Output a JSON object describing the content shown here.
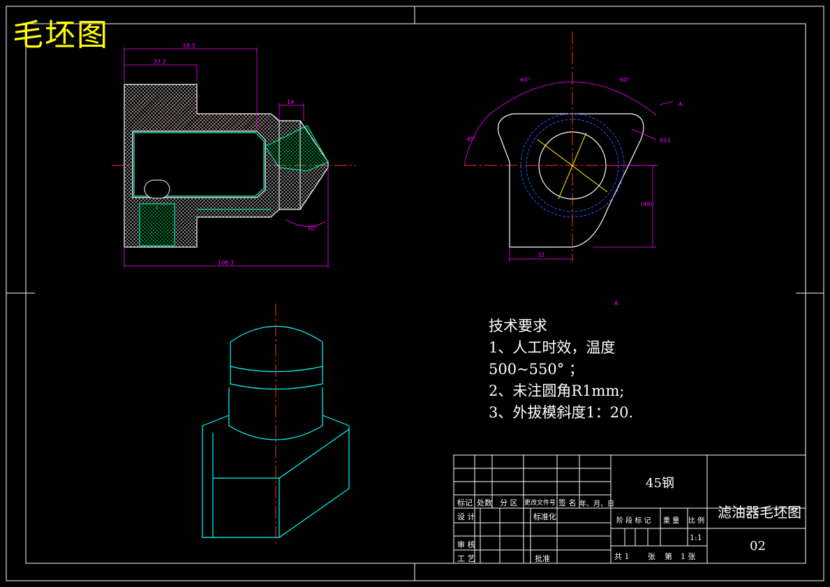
{
  "drawing_title": "毛坯图",
  "technical_requirements": {
    "heading": "技术要求",
    "items": [
      "1、人工时效，温度",
      "500~550°  ；",
      "2、未注圆角R1mm;",
      "3、外拔模斜度1：20."
    ]
  },
  "dimensions": {
    "d1": "58.5",
    "d2": "37.2",
    "d3": "14",
    "d4": "30°",
    "d5": "106.3",
    "d6": "60°",
    "d7": "60°",
    "d8": "45°",
    "d9": "R11",
    "d10": "(49)",
    "d11": "32",
    "section_mark": "A",
    "section_mark2": "A"
  },
  "title_block": {
    "material": "45钢",
    "part_name": "滤油器毛坯图",
    "drawing_no": "02",
    "scale": "1:1",
    "row_labels": {
      "biaoji": "标记",
      "chushu": "处数",
      "fenqu": "分 区",
      "genggai": "更改文件号",
      "qianming": "签 名",
      "riqi": "年、月、日",
      "sheji": "设 计",
      "biaozhunhua": "标准化",
      "shenhe": "审 核",
      "gongyi": "工 艺",
      "pizhun": "批准",
      "jieduan": "阶 段 标 记",
      "zhongliang": "重 量",
      "bili": "比 例",
      "gong": "共 1",
      "zhang1": "张",
      "di": "第",
      "zhang2": "1 张"
    }
  }
}
